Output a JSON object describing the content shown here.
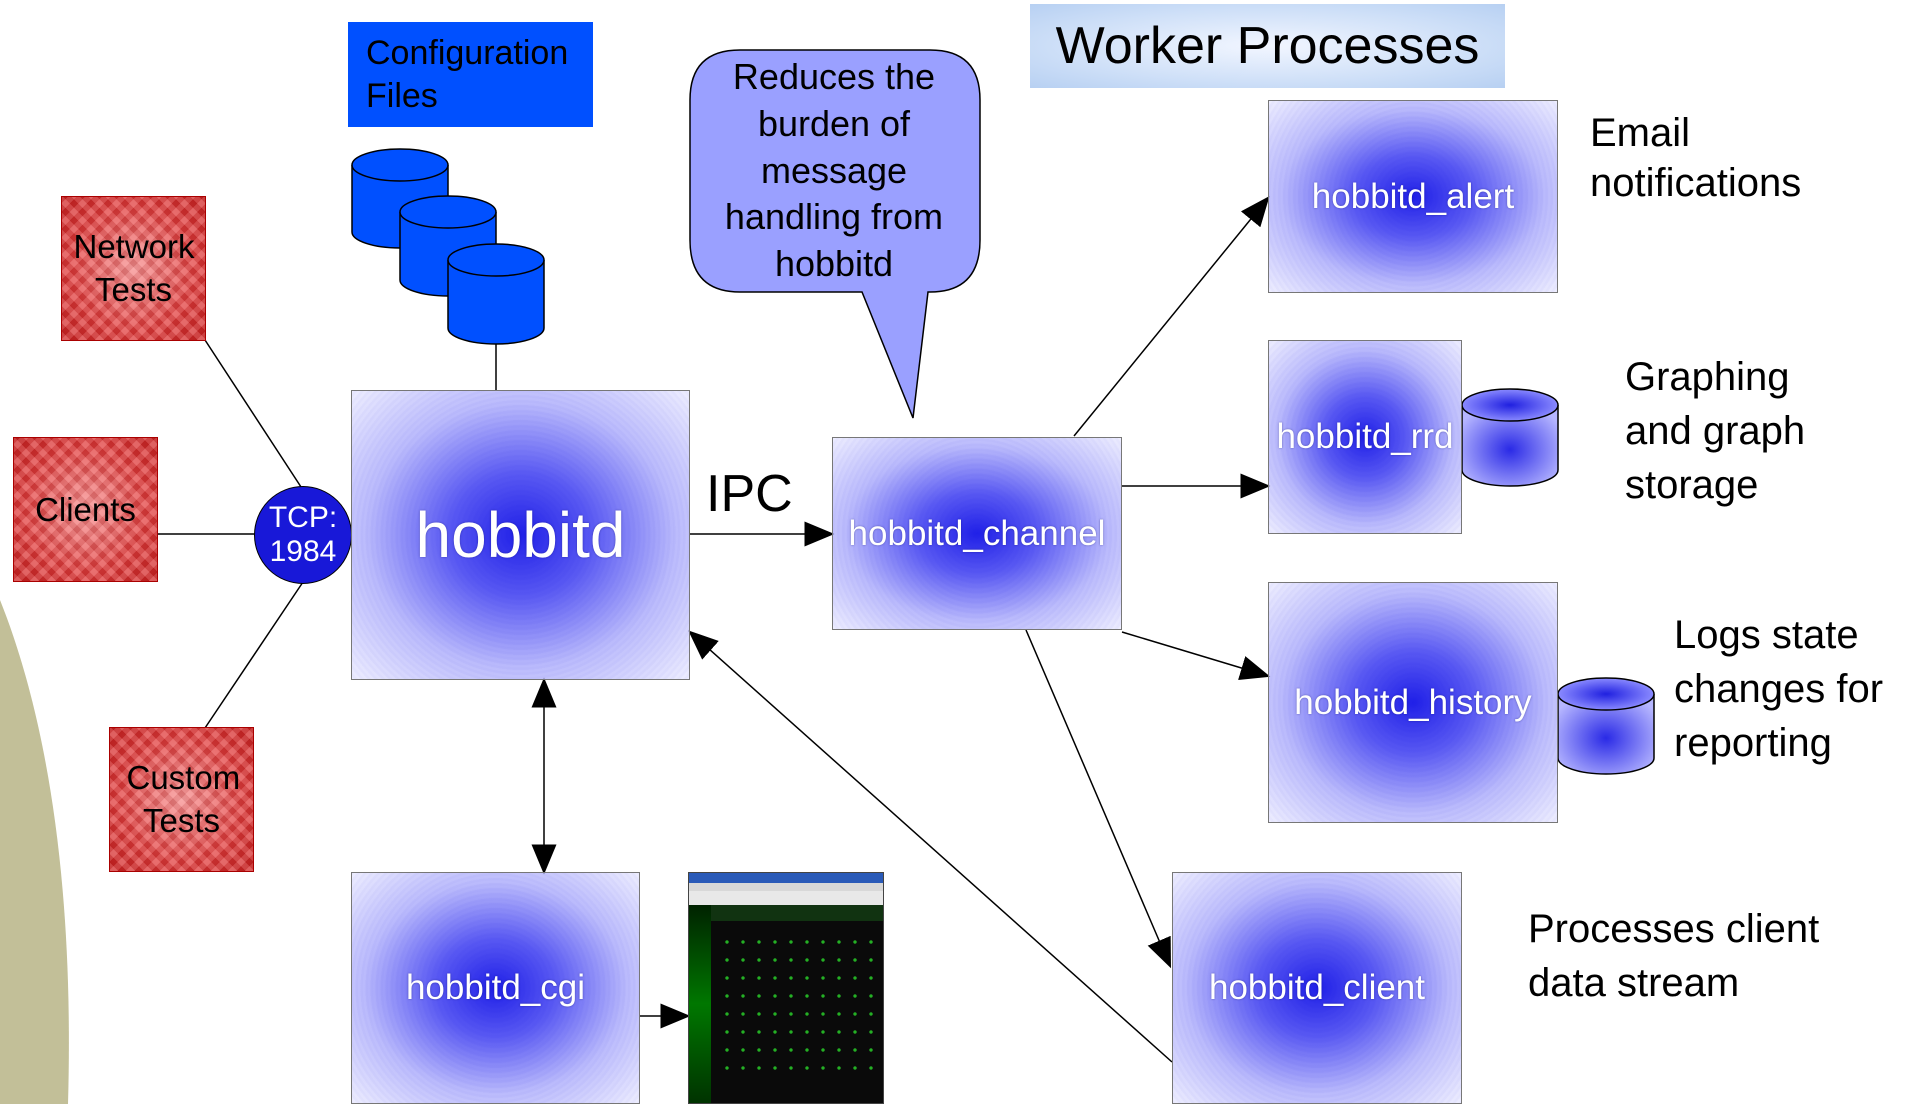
{
  "title": "Worker Processes",
  "config_files": "Configuration Files",
  "callout": "Reduces the burden of message handling from hobbitd",
  "tcp": {
    "line1": "TCP:",
    "line2": "1984"
  },
  "ipc": "IPC",
  "inputs": {
    "network_tests": "Network Tests",
    "clients": "Clients",
    "custom_tests": "Custom Tests"
  },
  "processes": {
    "hobbitd": "hobbitd",
    "hobbitd_channel": "hobbitd_channel",
    "hobbitd_cgi": "hobbitd_cgi",
    "hobbitd_alert": "hobbitd_alert",
    "hobbitd_rrd": "hobbitd_rrd",
    "hobbitd_history": "hobbitd_history",
    "hobbitd_client": "hobbitd_client"
  },
  "descriptions": {
    "alert": "Email notifications",
    "rrd": "Graphing and graph storage",
    "history": "Logs state changes for reporting",
    "client": "Processes client data stream"
  },
  "colors": {
    "process_blue": "#3030e8",
    "input_red": "#e03a3a",
    "config_blue": "#0050ff",
    "tcp_circle": "#1818d8",
    "callout_fill": "#9aa0ff",
    "olive_arc": "#c2bf98"
  }
}
